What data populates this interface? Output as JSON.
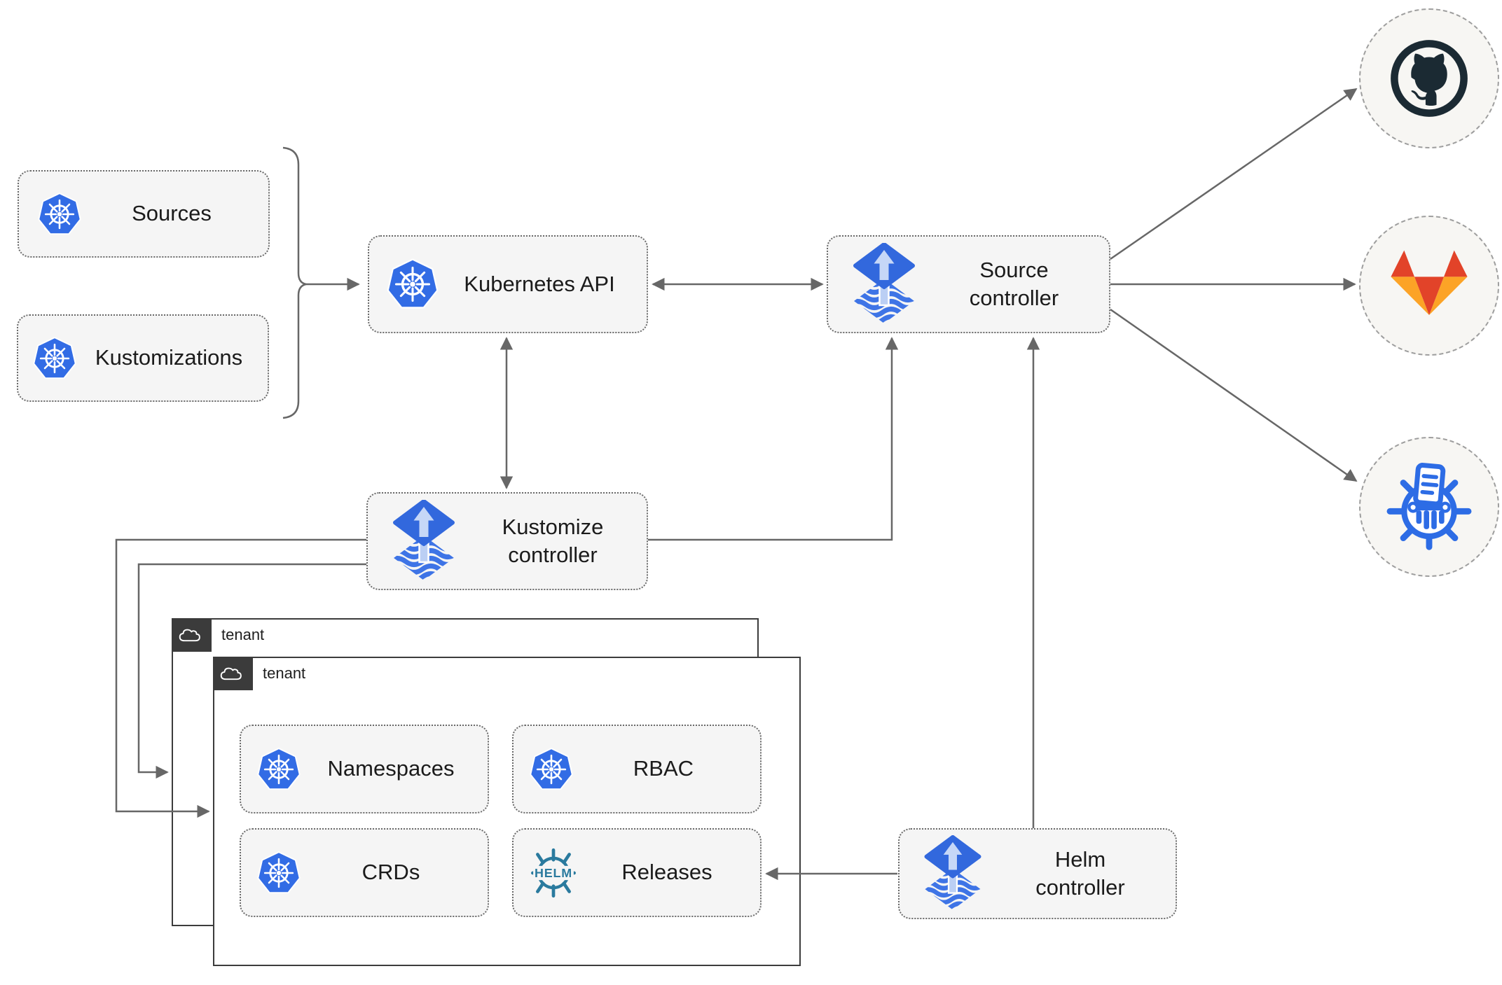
{
  "title": "Flux GitOps multi-tenancy architecture diagram",
  "colors": {
    "kubernetes_blue": "#326CE5",
    "flux_diamond_blue": "#3268DD",
    "flux_wave_blue": "#3E74E6",
    "flux_arrow_light": "#C6D7F7",
    "helm_teal": "#2A7A9E",
    "github_dark": "#1B2A33",
    "gitlab_red_orange": "#E24329",
    "gitlab_amber": "#FCA326",
    "line_gray": "#676767",
    "node_fill": "#F5F5F5",
    "node_border": "#6A6A6A",
    "tenant_border": "#3C3C3C",
    "tenant_badge_bg": "#3B3B3B"
  },
  "nodes": {
    "sources": {
      "label": "Sources",
      "icon": "kubernetes-icon"
    },
    "kustomizations": {
      "label": "Kustomizations",
      "icon": "kubernetes-icon"
    },
    "kubernetes_api": {
      "label": "Kubernetes API",
      "icon": "kubernetes-icon"
    },
    "source_controller": {
      "label": "Source controller",
      "icon": "flux-icon"
    },
    "kustomize_controller": {
      "label": "Kustomize controller",
      "icon": "flux-icon"
    },
    "helm_controller": {
      "label": "Helm controller",
      "icon": "flux-icon"
    },
    "tenant_outer": {
      "label": "tenant",
      "icon": "cloud-icon"
    },
    "tenant_inner": {
      "label": "tenant",
      "icon": "cloud-icon"
    },
    "namespaces": {
      "label": "Namespaces",
      "icon": "kubernetes-icon"
    },
    "rbac": {
      "label": "RBAC",
      "icon": "kubernetes-icon"
    },
    "crds": {
      "label": "CRDs",
      "icon": "kubernetes-icon"
    },
    "releases": {
      "label": "Releases",
      "icon": "helm-icon",
      "icon_text": "HELM"
    },
    "github": {
      "icon": "github-icon"
    },
    "gitlab": {
      "icon": "gitlab-icon"
    },
    "registry": {
      "icon": "manifest-registry-icon"
    }
  }
}
